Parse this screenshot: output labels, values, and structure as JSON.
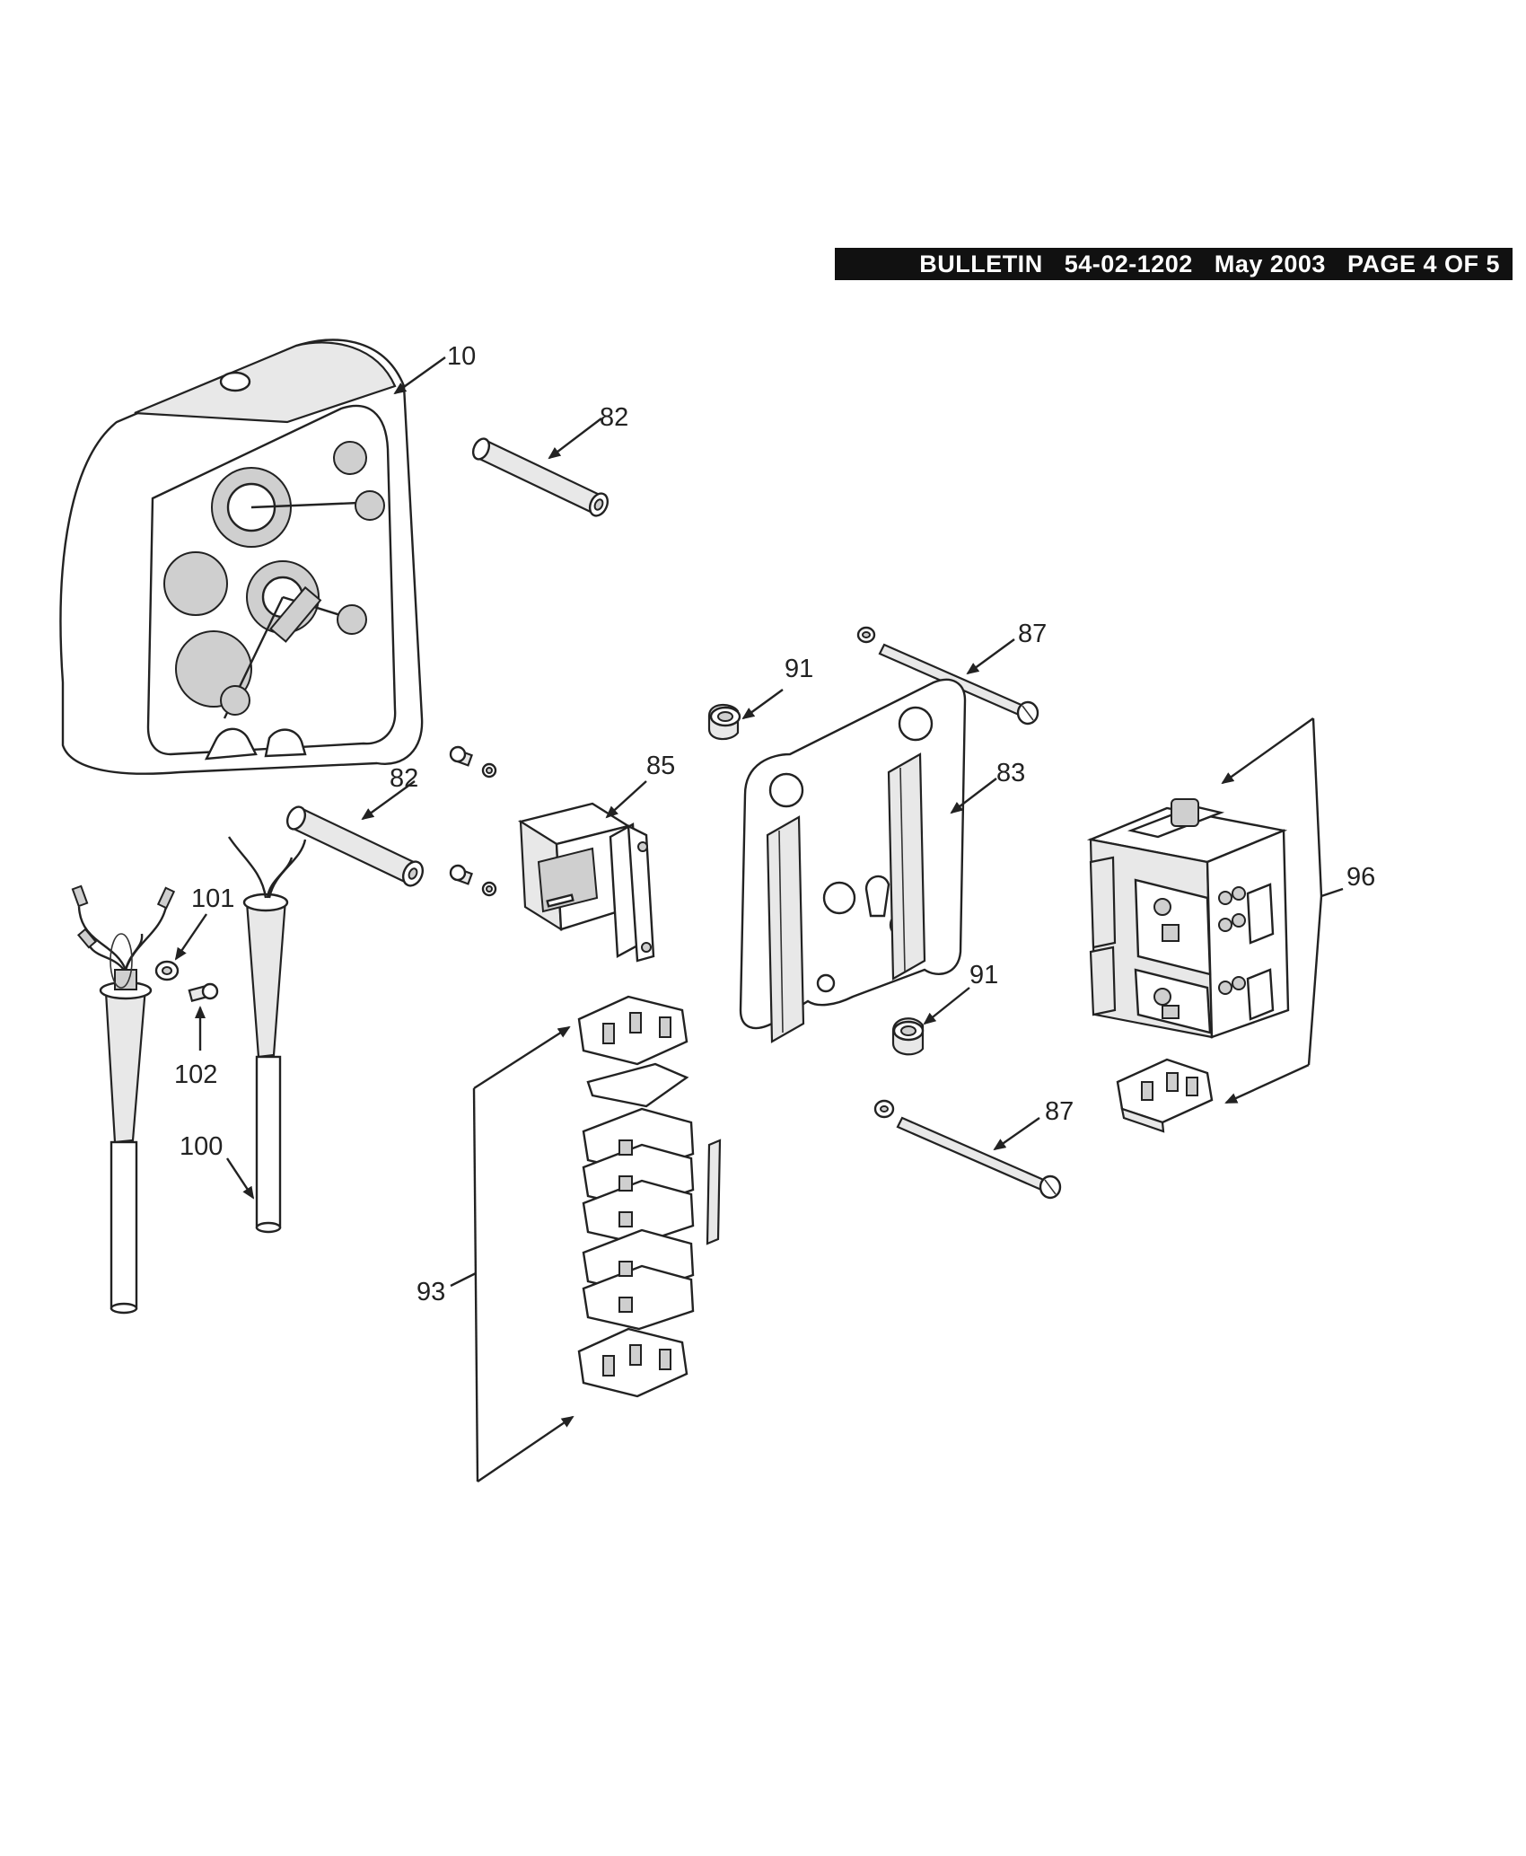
{
  "header": {
    "bulletin": "BULLETIN",
    "number": "54-02-1202",
    "date": "May 2003",
    "page": "PAGE 4 OF 5"
  },
  "callouts": {
    "c10": "10",
    "c82a": "82",
    "c82b": "82",
    "c87a": "87",
    "c87b": "87",
    "c91a": "91",
    "c91b": "91",
    "c85": "85",
    "c83": "83",
    "c96": "96",
    "c101": "101",
    "c102": "102",
    "c100": "100",
    "c93": "93"
  }
}
